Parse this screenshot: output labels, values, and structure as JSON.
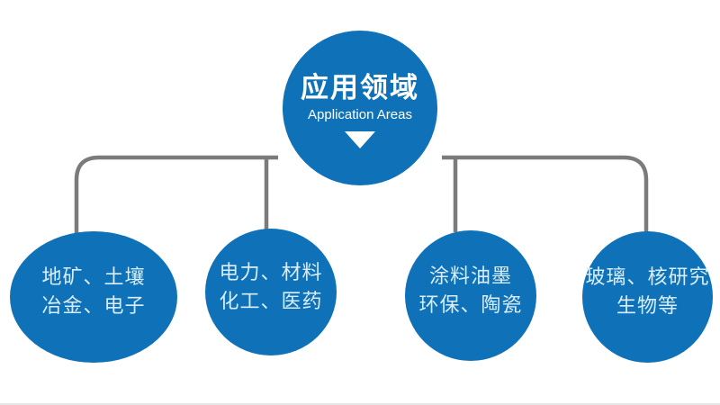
{
  "page": {
    "background_color": "#ffffff",
    "bottom_divider_color": "#e6e6e6"
  },
  "diagram": {
    "type": "tree",
    "accent_blue": "#0f72b8",
    "connector_color": "#7b7b7b",
    "root_text_color": "#ffffff",
    "node_text_color": "#d9edf8",
    "root": {
      "title": "应用领域",
      "subtitle": "Application Areas",
      "arrow_icon": "triangle-down"
    },
    "nodes": [
      {
        "line1": "地矿、土壤",
        "line2": "冶金、电子"
      },
      {
        "line1": "电力、材料",
        "line2": "化工、医药"
      },
      {
        "line1": "涂料油墨",
        "line2": "环保、陶瓷"
      },
      {
        "line1": "玻璃、核研究",
        "line2": "生物等"
      }
    ]
  }
}
